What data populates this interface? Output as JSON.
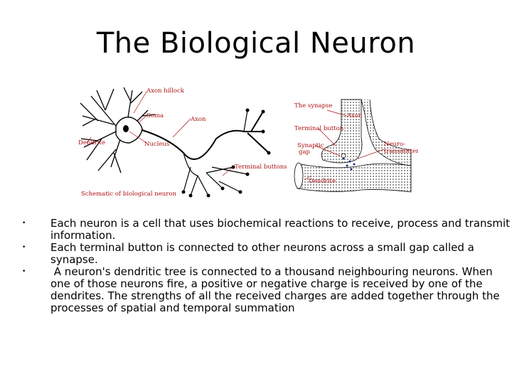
{
  "slide": {
    "title": "The Biological Neuron"
  },
  "figure": {
    "labels": {
      "axon_hillock": "Axon hillock",
      "soma": "Soma",
      "axon": "Axon",
      "dendrite": "Dendrite",
      "nucleus": "Nucleus",
      "terminal_buttons": "Terminal buttons",
      "schematic": "Schematic of biological neuron",
      "synapse": "The synapse",
      "axon_small": "Axon",
      "terminal_button": "Terminal button",
      "synaptic_gap_1": "Synaptic",
      "synaptic_gap_2": "gap",
      "neurotransmitters_1": "Neuro-",
      "neurotransmitters_2": "transmitters",
      "dendrite_small": "Dendrite"
    }
  },
  "bullets": [
    "Each neuron is a cell that uses biochemical reactions to receive, process and transmit information.",
    "Each terminal button is connected to other neurons across a small gap called a synapse.",
    " A neuron's dendritic tree is connected to a thousand neighbouring neurons. When one of those neurons fire, a positive or negative charge is received by one of the dendrites. The strengths of all the received charges are added together through the processes of spatial and temporal summation"
  ],
  "bullet_glyph": "•"
}
